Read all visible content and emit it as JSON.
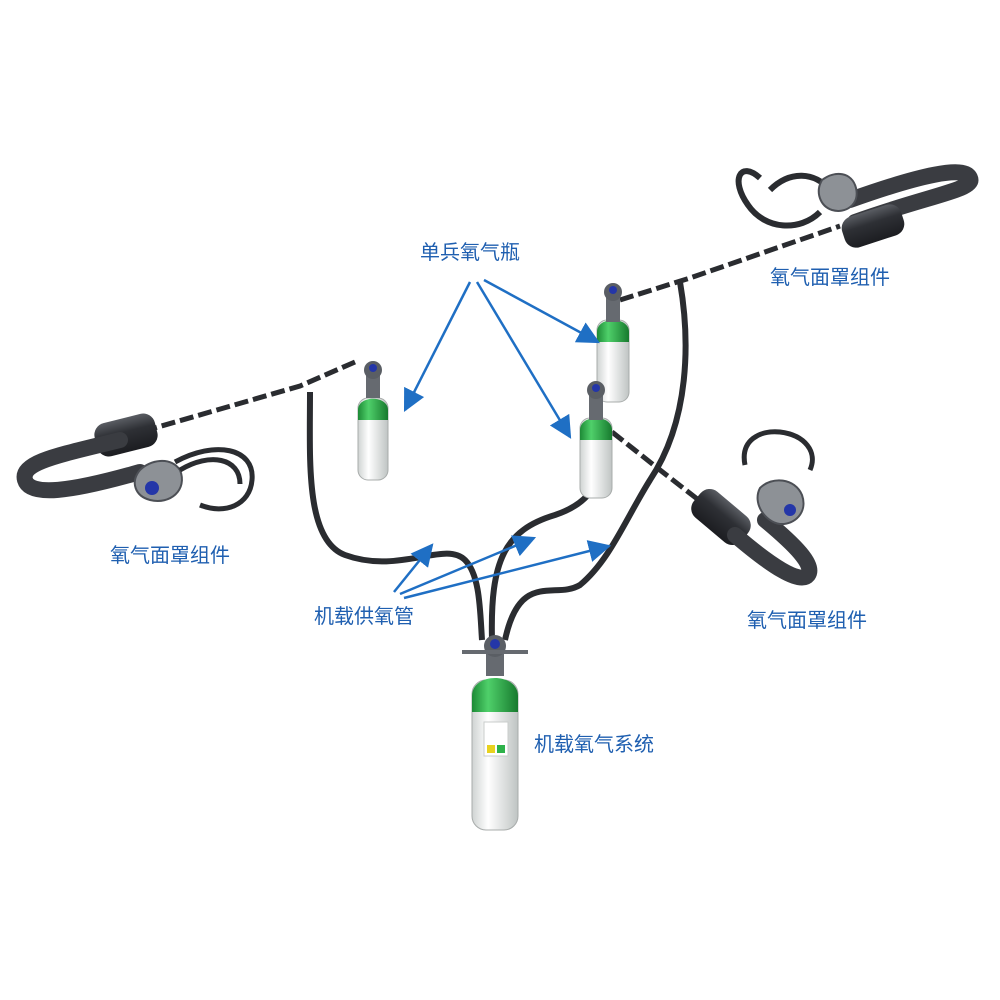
{
  "labels": {
    "soldier_bottle": "单兵氧气瓶",
    "mask_left": "氧气面罩组件",
    "mask_right_top": "氧气面罩组件",
    "mask_right_bottom": "氧气面罩组件",
    "supply_hose": "机载供氧管",
    "onboard_system": "机载氧气系统"
  },
  "colors": {
    "label_text": "#1f5fb0",
    "arrow": "#1f6fc4",
    "hose": "#2a2c30",
    "cylinder_body": "#f2f4f3",
    "cylinder_shoulder": "#2db24a",
    "mask_accent": "#2436a8"
  }
}
